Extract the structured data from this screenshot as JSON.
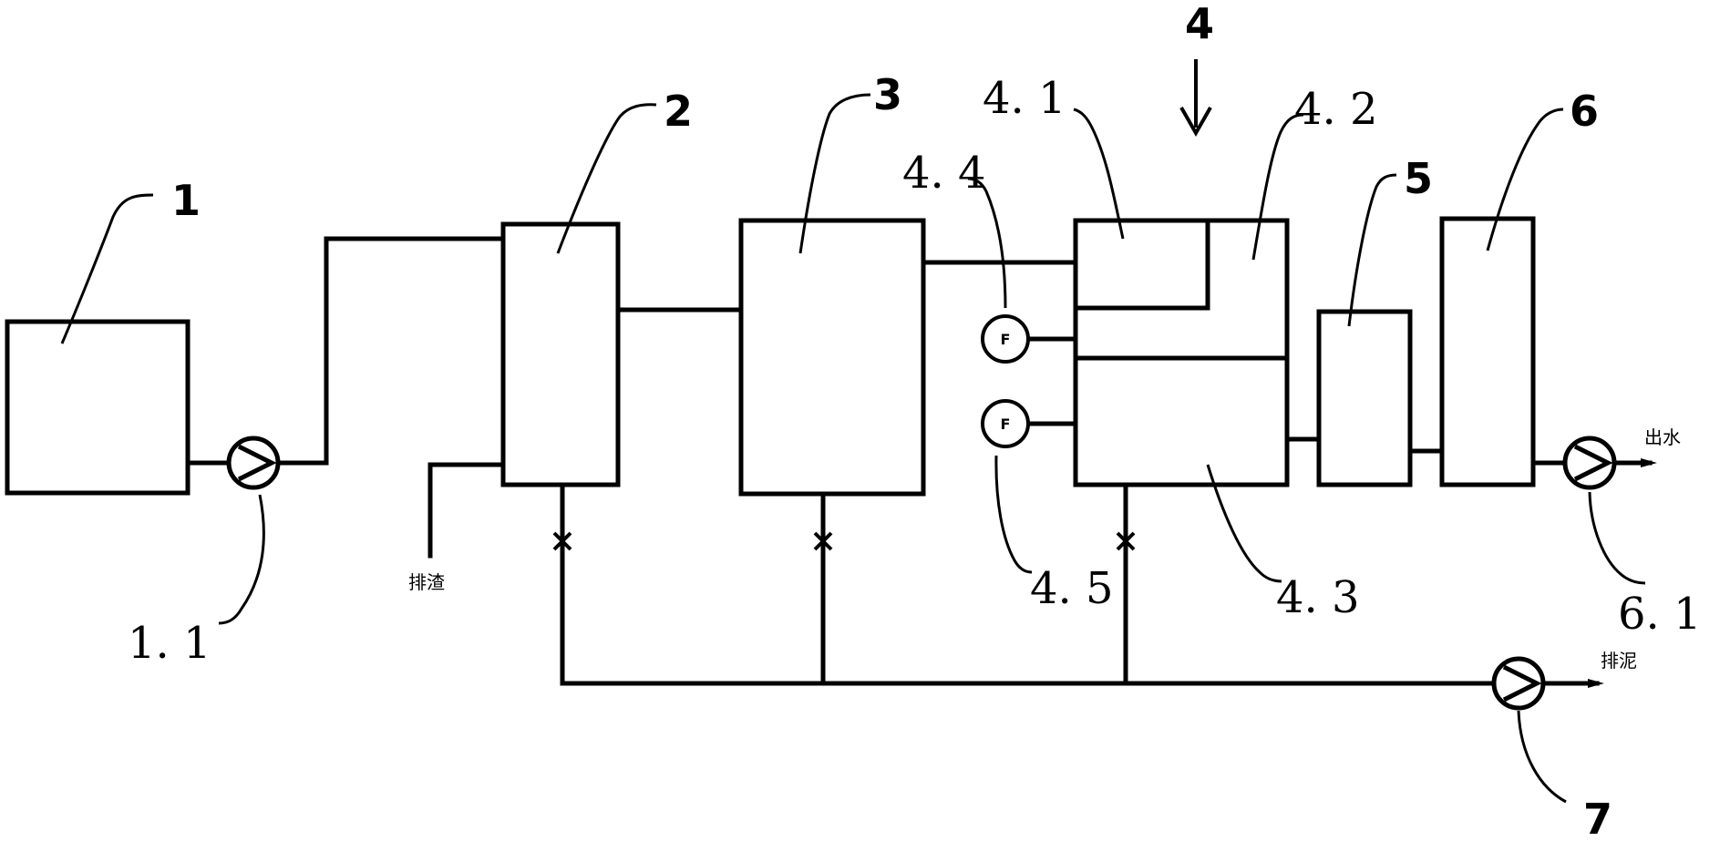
{
  "labels": {
    "n1": "1",
    "n1_1": "1. 1",
    "n2": "2",
    "n3": "3",
    "n4": "4",
    "n4_1": "4. 1",
    "n4_2": "4. 2",
    "n4_3": "4. 3",
    "n4_4": "4. 4",
    "n4_5": "4. 5",
    "n5": "5",
    "n6": "6",
    "n6_1": "6. 1",
    "n7": "7"
  },
  "outlets": {
    "slag": "排渣",
    "water_out": "出水",
    "sludge": "排泥"
  },
  "flowmeter_symbol": "F"
}
